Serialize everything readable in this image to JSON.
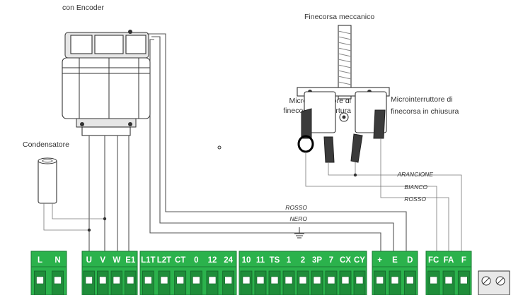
{
  "labels": {
    "encoder": "con Encoder",
    "finecorsa_meccanico": "Finecorsa meccanico",
    "micro_apertura_1": "Microinterruttore di",
    "micro_apertura_2": "finecorsa in apertura",
    "micro_chiusura_1": "Microinterruttore di",
    "micro_chiusura_2": "finecorsa in chiusura",
    "condensatore": "Condensatore"
  },
  "wires": {
    "rosso_motor": "ROSSO",
    "nero": "NERO",
    "arancione": "ARANCIONE",
    "bianco": "BIANCO",
    "rosso_fc": "ROSSO"
  },
  "terminal_blocks": [
    {
      "id": "power",
      "terminals": [
        "L",
        "N"
      ]
    },
    {
      "id": "motor",
      "terminals": [
        "U",
        "V",
        "W",
        "E1"
      ]
    },
    {
      "id": "safety",
      "terminals": [
        "L1T",
        "L2T",
        "CT",
        "0",
        "12",
        "24"
      ]
    },
    {
      "id": "commands",
      "terminals": [
        "10",
        "11",
        "TS",
        "1",
        "2",
        "3P",
        "7",
        "CX",
        "CY"
      ]
    },
    {
      "id": "encoder",
      "terminals": [
        "+",
        "E",
        "D"
      ]
    },
    {
      "id": "limit",
      "terminals": [
        "FC",
        "FA",
        "F"
      ]
    }
  ],
  "colors": {
    "terminal_green": "#2bb24c",
    "wire": "#555555"
  }
}
